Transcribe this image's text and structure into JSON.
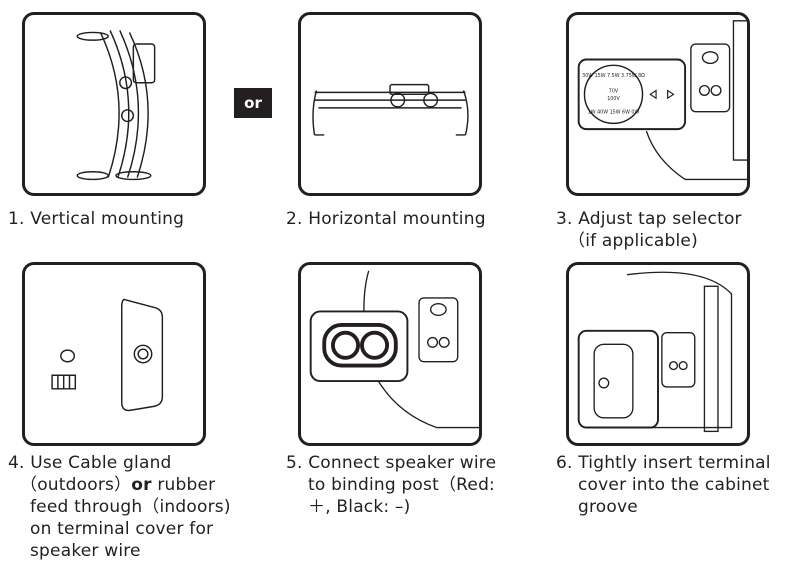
{
  "or_label": "or",
  "steps": [
    {
      "lines": [
        "1. Vertical mounting"
      ]
    },
    {
      "lines": [
        "2. Horizontal mounting"
      ]
    },
    {
      "lines": [
        "3. Adjust tap selector",
        "（if applicable)"
      ]
    },
    {
      "lines_rich": {
        "l1": "4. Use Cable gland",
        "l2a": "（outdoors）",
        "l2b": "or",
        "l2c": " rubber",
        "l3": "feed through（indoors)",
        "l4": "on terminal cover for",
        "l5": "speaker wire"
      }
    },
    {
      "lines": [
        "5. Connect speaker wire",
        "to binding post（Red:",
        "＋, Black: –)"
      ]
    },
    {
      "lines": [
        "6. Tightly insert terminal",
        "cover into the cabinet",
        "groove"
      ]
    }
  ],
  "tap_dial_text": {
    "top": "30W 15W 7.5W 3.75W 8Ω",
    "mid1": "70V",
    "mid2": "100V",
    "bottom": "1W 40W 15W 6W 0W"
  }
}
